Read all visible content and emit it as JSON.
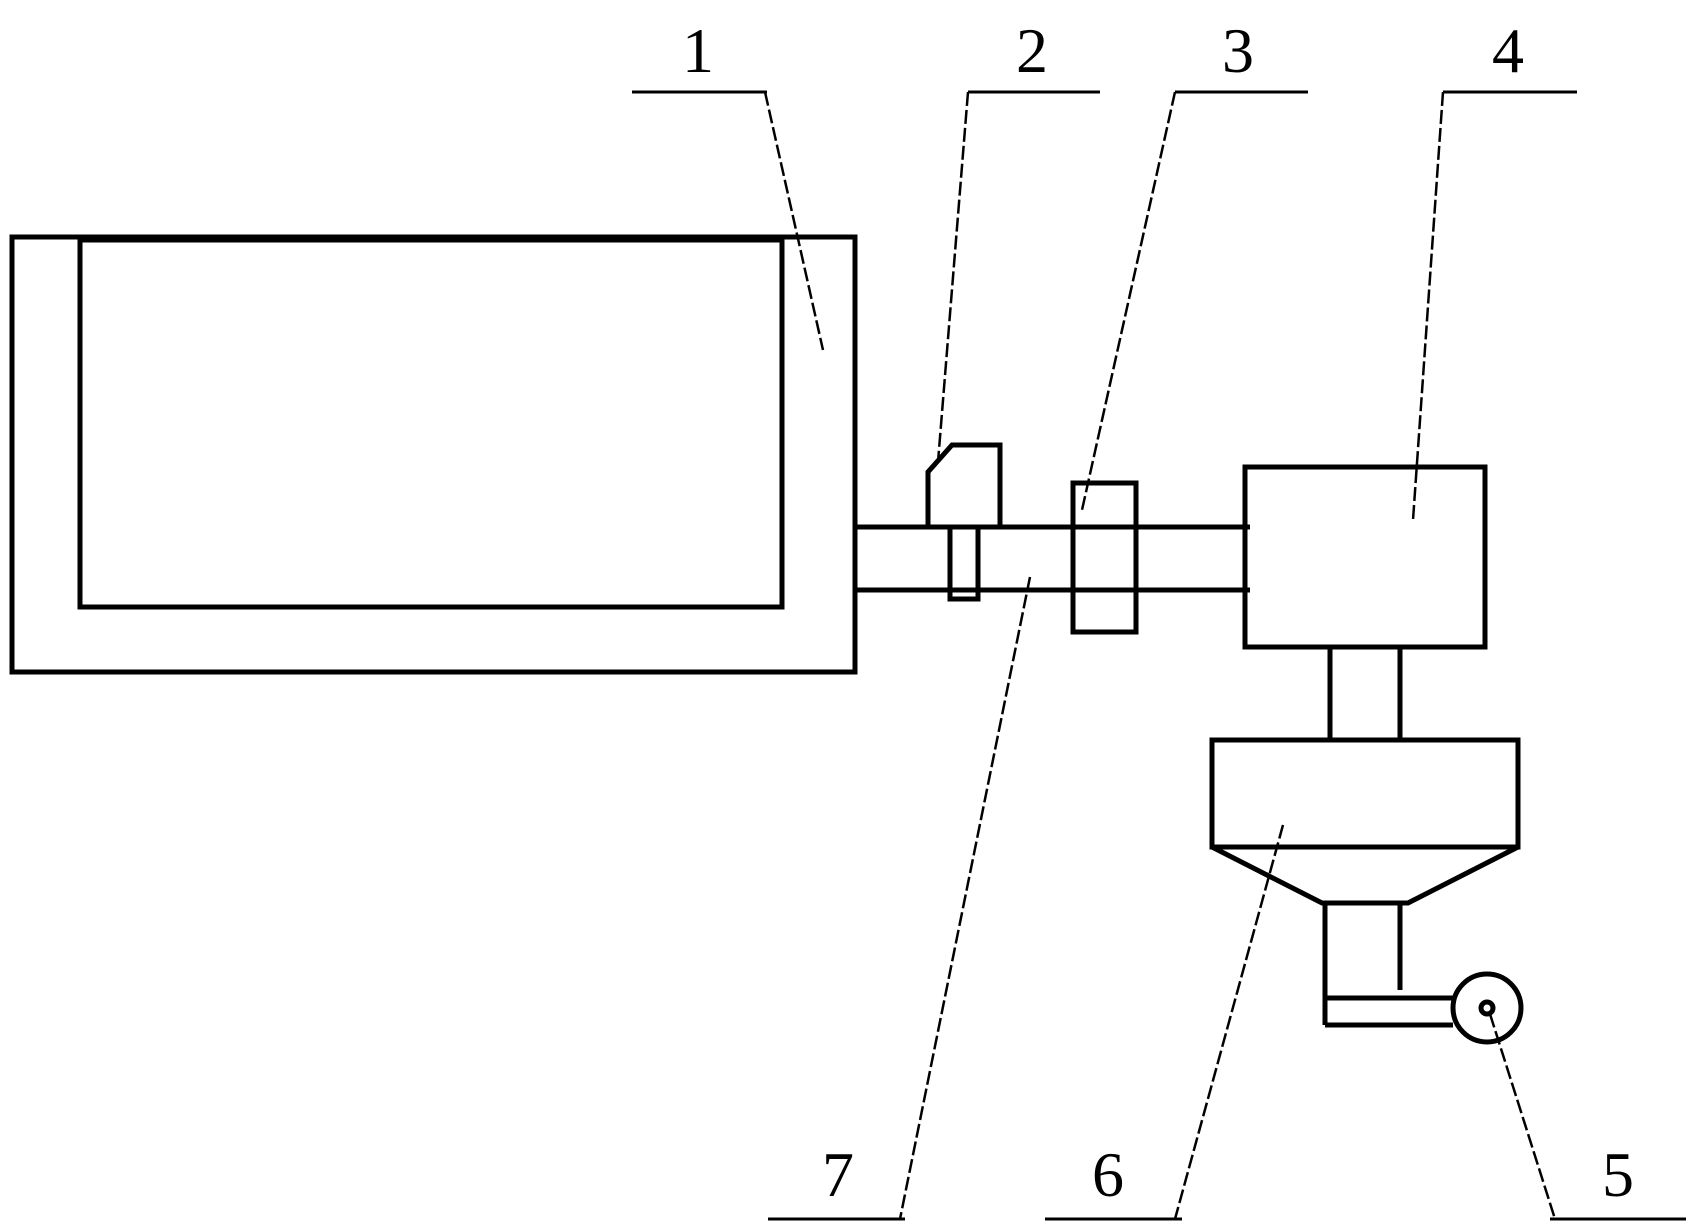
{
  "labels": {
    "l1": "1",
    "l2": "2",
    "l3": "3",
    "l4": "4",
    "l5": "5",
    "l6": "6",
    "l7": "7"
  },
  "colors": {
    "line": "#000000",
    "background": "#ffffff"
  }
}
